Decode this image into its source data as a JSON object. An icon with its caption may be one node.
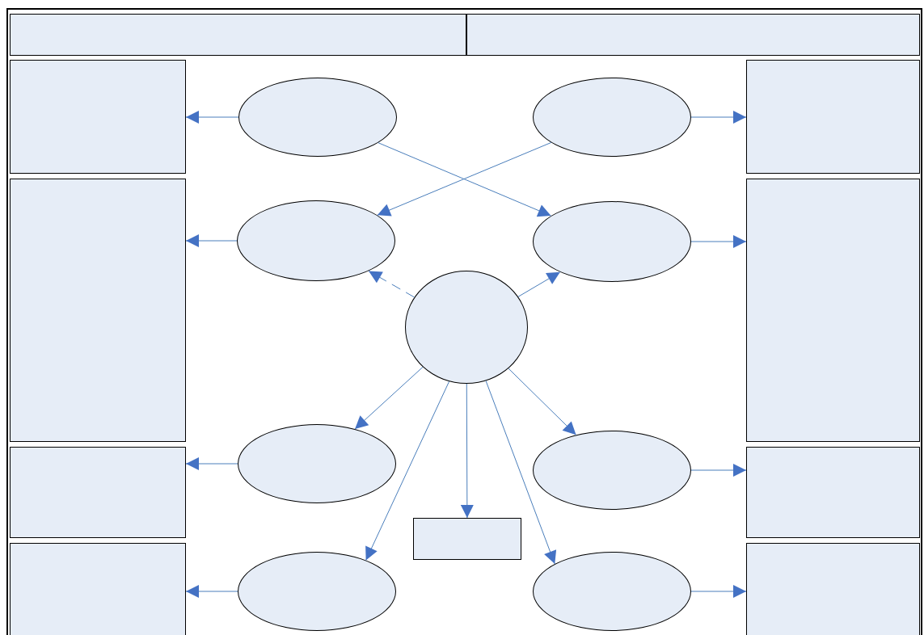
{
  "diagram": {
    "nodes": [
      {
        "text": [],
        "shape": "box"
      },
      {
        "text": [],
        "shape": "box",
        "in": 0
      },
      {
        "text": [],
        "shape": "box",
        "in": 0
      },
      {
        "text": [],
        "shape": "box",
        "in": 0
      },
      {
        "text": [],
        "shape": "ellipse",
        "in": 0
      },
      {
        "text": [],
        "shape": "ellipse",
        "in": 0
      },
      {
        "text": [],
        "shape": "box",
        "in": 0
      },
      {
        "text": [],
        "shape": "box",
        "in": 0
      },
      {
        "text": [],
        "shape": "ellipse",
        "in": 0
      },
      {
        "text": [],
        "shape": "ellipse",
        "in": 0
      },
      {
        "text": [],
        "shape": "box",
        "in": 0
      },
      {
        "text": [],
        "shape": "circle",
        "in": 0
      },
      {
        "text": [],
        "shape": "box",
        "in": 0
      },
      {
        "text": [],
        "shape": "ellipse",
        "in": 0
      },
      {
        "text": [],
        "shape": "ellipse",
        "in": 0
      },
      {
        "text": [],
        "shape": "box",
        "in": 0
      },
      {
        "text": [],
        "shape": "box",
        "in": 0
      },
      {
        "text": [],
        "shape": "ellipse",
        "in": 0
      },
      {
        "text": [],
        "shape": "box",
        "in": 0
      },
      {
        "text": [],
        "shape": "ellipse",
        "in": 0
      },
      {
        "text": [],
        "shape": "box",
        "in": 0
      }
    ],
    "edges": [
      {
        "from": 4,
        "to": 3,
        "arrow": "to"
      },
      {
        "from": 5,
        "to": 6,
        "arrow": "to"
      },
      {
        "from": 4,
        "to": 9,
        "arrow": "to"
      },
      {
        "from": 5,
        "to": 8,
        "arrow": "to"
      },
      {
        "from": 8,
        "to": 7,
        "arrow": "to"
      },
      {
        "from": 9,
        "to": 10,
        "arrow": "to"
      },
      {
        "from": 11,
        "to": 8,
        "arrow": "to",
        "style": "dashed"
      },
      {
        "from": 11,
        "to": 9,
        "arrow": "to"
      },
      {
        "from": 11,
        "to": 13,
        "arrow": "to"
      },
      {
        "from": 11,
        "to": 14,
        "arrow": "to"
      },
      {
        "from": 11,
        "to": 17,
        "arrow": "to"
      },
      {
        "from": 11,
        "to": 18,
        "arrow": "to"
      },
      {
        "from": 11,
        "to": 19,
        "arrow": "to"
      },
      {
        "from": 13,
        "to": 12,
        "arrow": "to"
      },
      {
        "from": 14,
        "to": 15,
        "arrow": "to"
      },
      {
        "from": 17,
        "to": 16,
        "arrow": "to"
      },
      {
        "from": 19,
        "to": 20,
        "arrow": "to"
      }
    ]
  }
}
